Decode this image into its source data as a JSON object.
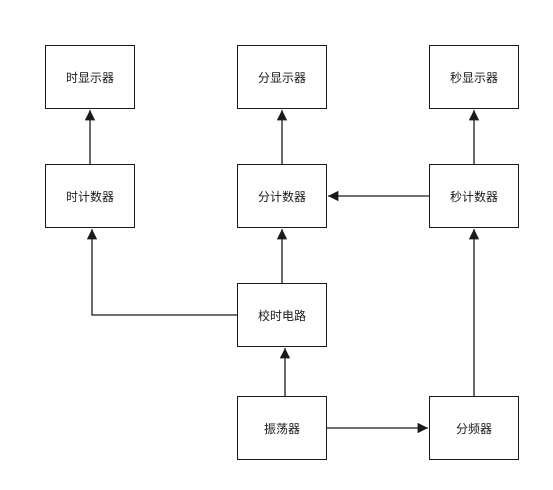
{
  "nodes": {
    "hour_display": "时显示器",
    "minute_display": "分显示器",
    "second_display": "秒显示器",
    "hour_counter": "时计数器",
    "minute_counter": "分计数器",
    "second_counter": "秒计数器",
    "time_adjust_circuit": "校时电路",
    "oscillator": "振荡器",
    "frequency_divider": "分频器"
  },
  "edges": [
    {
      "from": "oscillator",
      "to": "frequency_divider"
    },
    {
      "from": "oscillator",
      "to": "time_adjust_circuit"
    },
    {
      "from": "frequency_divider",
      "to": "second_counter"
    },
    {
      "from": "second_counter",
      "to": "minute_counter"
    },
    {
      "from": "second_counter",
      "to": "second_display"
    },
    {
      "from": "minute_counter",
      "to": "minute_display"
    },
    {
      "from": "hour_counter",
      "to": "hour_display"
    },
    {
      "from": "time_adjust_circuit",
      "to": "minute_counter"
    },
    {
      "from": "time_adjust_circuit",
      "to": "hour_counter"
    }
  ]
}
